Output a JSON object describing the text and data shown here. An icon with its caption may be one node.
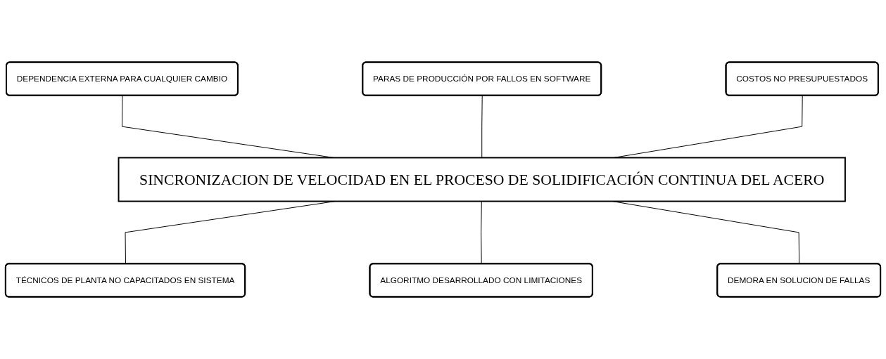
{
  "diagram": {
    "nodes": [
      {
        "text": [
          "DEPENDENCIA EXTERNA PARA CUALQUIER CAMBIO"
        ]
      },
      {
        "text": [
          "PARAS DE PRODUCCIÓN POR FALLOS EN SOFTWARE"
        ]
      },
      {
        "text": [
          "COSTOS NO PRESUPUESTADOS"
        ]
      },
      {
        "text": [
          "SINCRONIZACION DE VELOCIDAD EN EL PROCESO DE SOLIDIFICACIÓN CONTINUA DEL ACERO"
        ]
      },
      {
        "text": [
          "TÉCNICOS DE PLANTA NO CAPACITADOS EN SISTEMA"
        ]
      },
      {
        "text": [
          "ALGORITMO DESARROLLADO CON LIMITACIONES"
        ]
      },
      {
        "text": [
          "DEMORA EN SOLUCION DE FALLAS"
        ]
      }
    ],
    "edges": [
      {
        "from": 0,
        "to": 3,
        "arrow": "none"
      },
      {
        "from": 1,
        "to": 3,
        "arrow": "none"
      },
      {
        "from": 2,
        "to": 3,
        "arrow": "none"
      },
      {
        "from": 3,
        "to": 4,
        "arrow": "none"
      },
      {
        "from": 3,
        "to": 5,
        "arrow": "none"
      },
      {
        "from": 3,
        "to": 6,
        "arrow": "none"
      }
    ]
  }
}
